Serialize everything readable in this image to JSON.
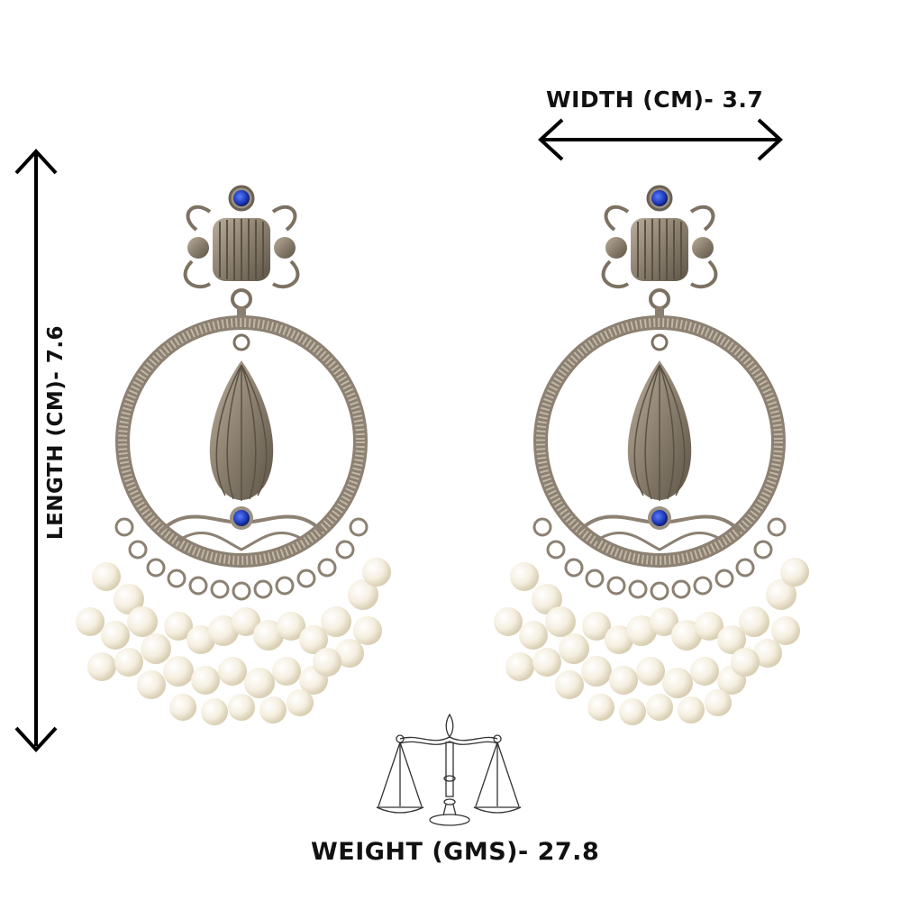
{
  "product": {
    "type": "Chandbali pearl drop earrings (pair)",
    "metal_finish": "oxidised silver",
    "stone_color": "#1f3fbf",
    "pearl_color": "#f6f0e1"
  },
  "dimensions": {
    "width_label": "WIDTH (CM)- 3.7",
    "length_label": "LENGTH (CM)- 7.6",
    "weight_label": "WEIGHT (GMS)- 27.8",
    "width_cm": 3.7,
    "length_cm": 7.6,
    "weight_gms": 27.8
  },
  "icons": {
    "width_arrow": "double-headed-horizontal-arrow",
    "length_arrow": "double-headed-vertical-arrow",
    "weight": "balance-scale-icon"
  },
  "colors": {
    "background": "#ffffff",
    "text": "#111111",
    "arrow": "#000000"
  }
}
